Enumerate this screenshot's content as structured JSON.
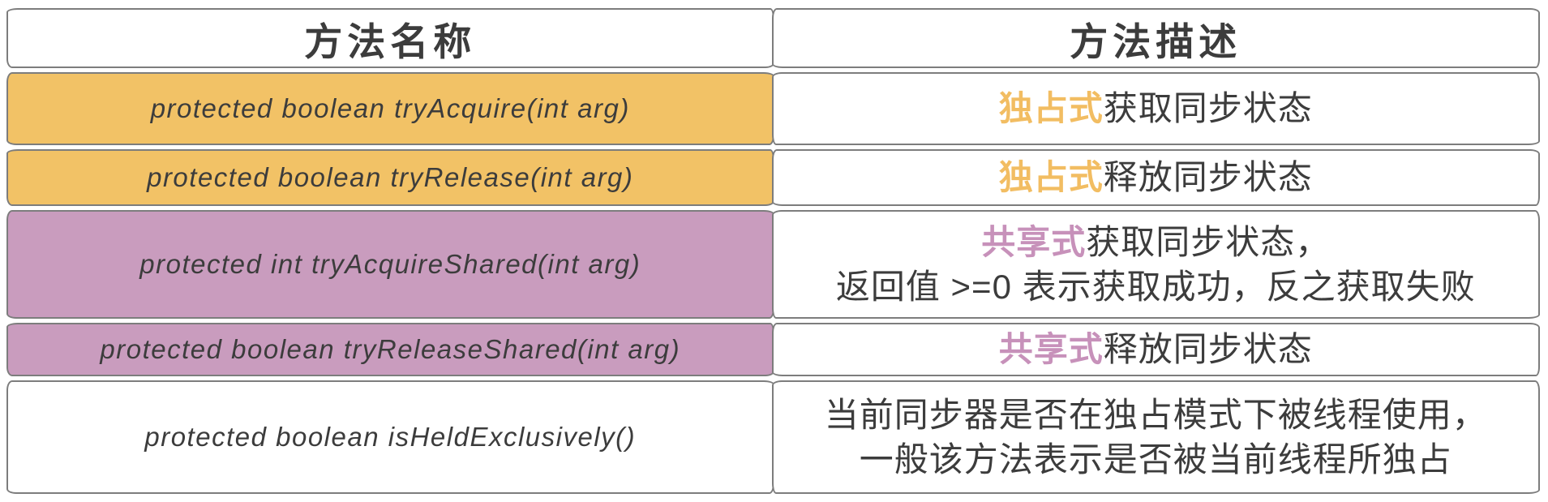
{
  "table": {
    "columns": [
      {
        "label": "方法名称"
      },
      {
        "label": "方法描述"
      }
    ],
    "rows": [
      {
        "method": "protected boolean tryAcquire(int arg)",
        "highlight": "orange",
        "desc_prefix": "独占式",
        "desc_text": "获取同步状态",
        "desc_line2": ""
      },
      {
        "method": "protected boolean tryRelease(int arg)",
        "highlight": "orange",
        "desc_prefix": "独占式",
        "desc_text": "释放同步状态",
        "desc_line2": ""
      },
      {
        "method": "protected int tryAcquireShared(int arg)",
        "highlight": "purple",
        "desc_prefix": "共享式",
        "desc_text": "获取同步状态，",
        "desc_line2": "返回值 >=0 表示获取成功，反之获取失败"
      },
      {
        "method": "protected boolean tryReleaseShared(int arg)",
        "highlight": "purple",
        "desc_prefix": "共享式",
        "desc_text": "释放同步状态",
        "desc_line2": ""
      },
      {
        "method": "protected boolean isHeldExclusively()",
        "highlight": "none",
        "desc_prefix": "",
        "desc_text": "当前同步器是否在独占模式下被线程使用，",
        "desc_line2": "一般该方法表示是否被当前线程所独占"
      }
    ]
  },
  "chart_data": {
    "type": "table",
    "title": "",
    "columns": [
      "方法名称",
      "方法描述"
    ],
    "rows": [
      [
        "protected boolean tryAcquire(int arg)",
        "独占式获取同步状态"
      ],
      [
        "protected boolean tryRelease(int arg)",
        "独占式释放同步状态"
      ],
      [
        "protected int tryAcquireShared(int arg)",
        "共享式获取同步状态，返回值 >=0 表示获取成功，反之获取失败"
      ],
      [
        "protected boolean tryReleaseShared(int arg)",
        "共享式释放同步状态"
      ],
      [
        "protected boolean isHeldExclusively()",
        "当前同步器是否在独占模式下被线程使用，一般该方法表示是否被当前线程所独占"
      ]
    ],
    "row_highlights": [
      "orange",
      "orange",
      "purple",
      "purple",
      "none"
    ]
  },
  "colors": {
    "row-orange": "#F2C266",
    "row-purple": "#C99CBE",
    "accent-orange": "#F2BD62",
    "accent-purple": "#C791BA",
    "ink": "#3C3C3C",
    "border": "#7D7D7D"
  }
}
